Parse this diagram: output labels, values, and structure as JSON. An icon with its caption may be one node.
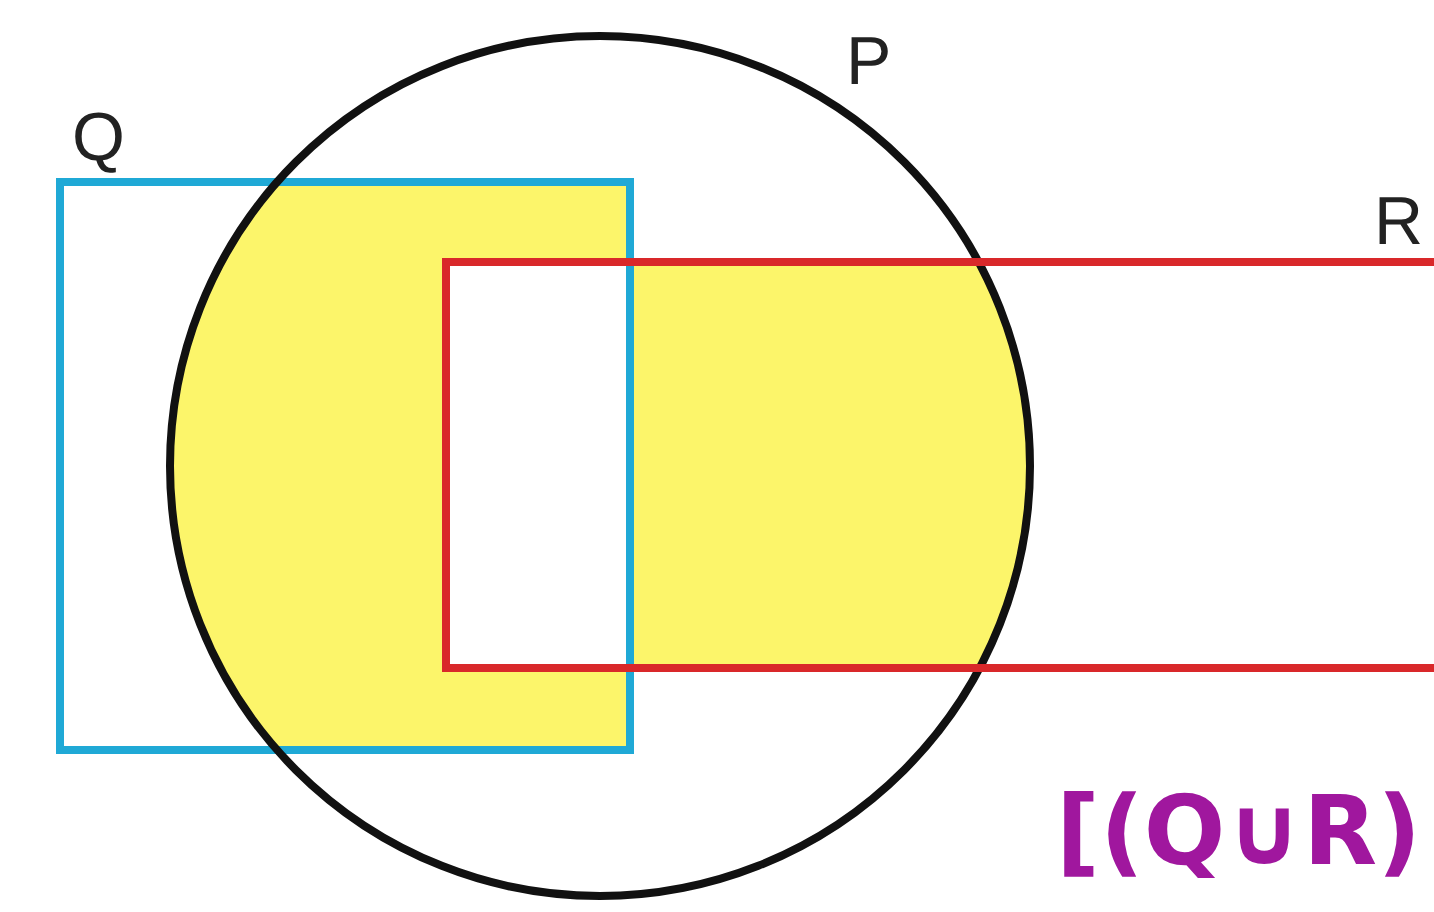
{
  "diagram": {
    "nodes": [
      {
        "text": [
          "Q"
        ]
      },
      {
        "text": [
          "P"
        ]
      },
      {
        "text": [
          "R"
        ]
      }
    ],
    "edges": [],
    "labels": [
      "[(Q∪R)"
    ]
  }
}
